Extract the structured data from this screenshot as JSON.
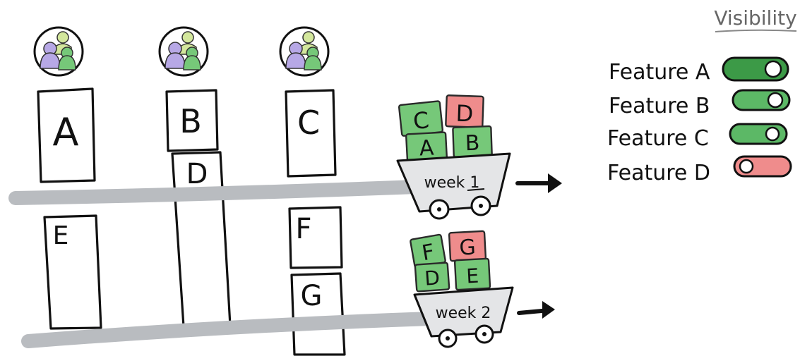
{
  "colors": {
    "green": "#76c879",
    "green_dark": "#3c9a47",
    "red": "#ef8c8c",
    "purple": "#b7a8e6",
    "yellow_green": "#d3e79c",
    "rail": "#b9bcc0"
  },
  "teams": [
    {
      "icon": "team-icon"
    },
    {
      "icon": "team-icon"
    },
    {
      "icon": "team-icon"
    }
  ],
  "features": {
    "A": "A",
    "B": "B",
    "C": "C",
    "D": "D",
    "E": "E",
    "F": "F",
    "G": "G"
  },
  "carts": [
    {
      "label": "week 1",
      "cubes": [
        {
          "label": "C",
          "color": "green"
        },
        {
          "label": "D",
          "color": "red"
        },
        {
          "label": "A",
          "color": "green"
        },
        {
          "label": "B",
          "color": "green"
        }
      ]
    },
    {
      "label": "week 2",
      "cubes": [
        {
          "label": "F",
          "color": "green"
        },
        {
          "label": "G",
          "color": "red"
        },
        {
          "label": "D",
          "color": "green"
        },
        {
          "label": "E",
          "color": "green"
        }
      ]
    }
  ],
  "visibility": {
    "title": "Visibility",
    "toggles": [
      {
        "label": "Feature A",
        "on": true
      },
      {
        "label": "Feature B",
        "on": true
      },
      {
        "label": "Feature C",
        "on": true
      },
      {
        "label": "Feature D",
        "on": false
      }
    ]
  }
}
